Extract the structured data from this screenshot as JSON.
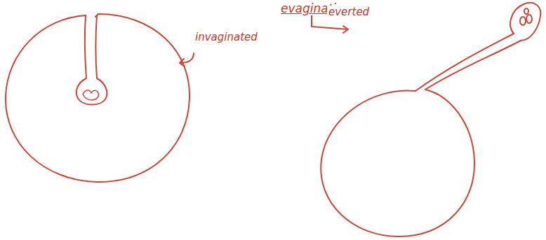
{
  "diagram": {
    "title": "evagination,",
    "labels": [
      "invaginated",
      "everted"
    ]
  }
}
